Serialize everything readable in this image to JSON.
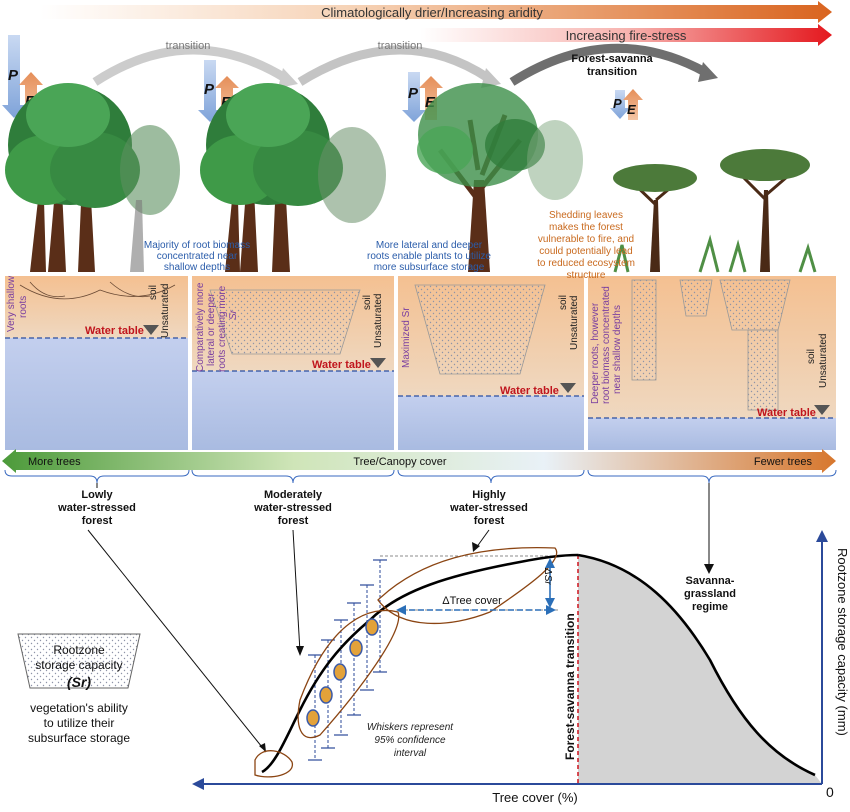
{
  "arrows": {
    "aridity": "Climatologically drier/Increasing aridity",
    "fire": "Increasing fire-stress",
    "transition_1": "transition",
    "transition_2": "transition",
    "transition_3_line1": "Forest-savanna",
    "transition_3_line2": "transition",
    "p_label": "P",
    "e_label": "E"
  },
  "panels": {
    "p1": {
      "root_note_line1": "Majority of root biomass",
      "root_note_line2": "concentrated near",
      "root_note_line3": "shallow depths",
      "roots_label_line1": "Very shallow",
      "roots_label_line2": "roots",
      "soil_line1": "Unsaturated",
      "soil_line2": "soil",
      "water_table": "Water table"
    },
    "p2": {
      "roots_label_line1": "Comparatively more",
      "roots_label_line2": "lateral or deeper",
      "roots_label_line3": "roots creating more",
      "roots_label_line4": "Sr",
      "soil_line1": "Unsaturated",
      "soil_line2": "soil",
      "water_table": "Water table"
    },
    "p3": {
      "root_note_line1": "More lateral and deeper",
      "root_note_line2": "roots enable plants to utilize",
      "root_note_line3": "more subsurface storage",
      "roots_label": "Maximized Sr",
      "soil_line1": "Unsaturated",
      "soil_line2": "soil",
      "water_table": "Water table",
      "fire_note_line1": "Shedding leaves",
      "fire_note_line2": "makes the forest",
      "fire_note_line3": "vulnerable to fire, and",
      "fire_note_line4": "could potentially lead",
      "fire_note_line5": "to reduced ecosystem",
      "fire_note_line6": "structure"
    },
    "p4": {
      "roots_label_line1": "Deeper roots, however",
      "roots_label_line2": "root biomass concentrated",
      "roots_label_line3": "near shallow depths",
      "soil_line1": "Unsaturated",
      "soil_line2": "soil",
      "water_table": "Water table"
    }
  },
  "cover_bar": {
    "left": "More trees",
    "center": "Tree/Canopy cover",
    "right": "Fewer trees"
  },
  "regimes": {
    "lowly_line1": "Lowly",
    "lowly_line2": "water-stressed",
    "lowly_line3": "forest",
    "moderately_line1": "Moderately",
    "moderately_line2": "water-stressed",
    "moderately_line3": "forest",
    "highly_line1": "Highly",
    "highly_line2": "water-stressed",
    "highly_line3": "forest",
    "savanna_line1": "Savanna-",
    "savanna_line2": "grassland",
    "savanna_line3": "regime"
  },
  "graph": {
    "delta_tree_cover": "ΔTree cover",
    "delta_sr": "ΔSr",
    "transition_label": "Forest-savanna transition",
    "whiskers_line1": "Whiskers represent",
    "whiskers_line2": "95% confidence",
    "whiskers_line3": "interval",
    "x_axis": "Tree cover (%)",
    "y_axis": "Rootzone storage capacity (mm)",
    "origin": "0"
  },
  "legend": {
    "line1": "Rootzone",
    "line2": "storage capacity",
    "symbol": "(Sr)",
    "desc_line1": "vegetation's ability",
    "desc_line2": "to utilize their",
    "desc_line3": "subsurface storage"
  },
  "colors": {
    "aridity_arrow": "#e07a3c",
    "fire_arrow": "#e4322b",
    "groundwater": "#b7c7e6",
    "soil": "#f2b983",
    "canopy": "#3f8f4a",
    "trunk": "#5a2e18",
    "curve": "#000000",
    "axis": "#2b4a9a",
    "transition_line": "#d0202a",
    "ellipse": "#8b4513",
    "dot": "#e3a23a",
    "dot_edge": "#3a5aa8"
  }
}
